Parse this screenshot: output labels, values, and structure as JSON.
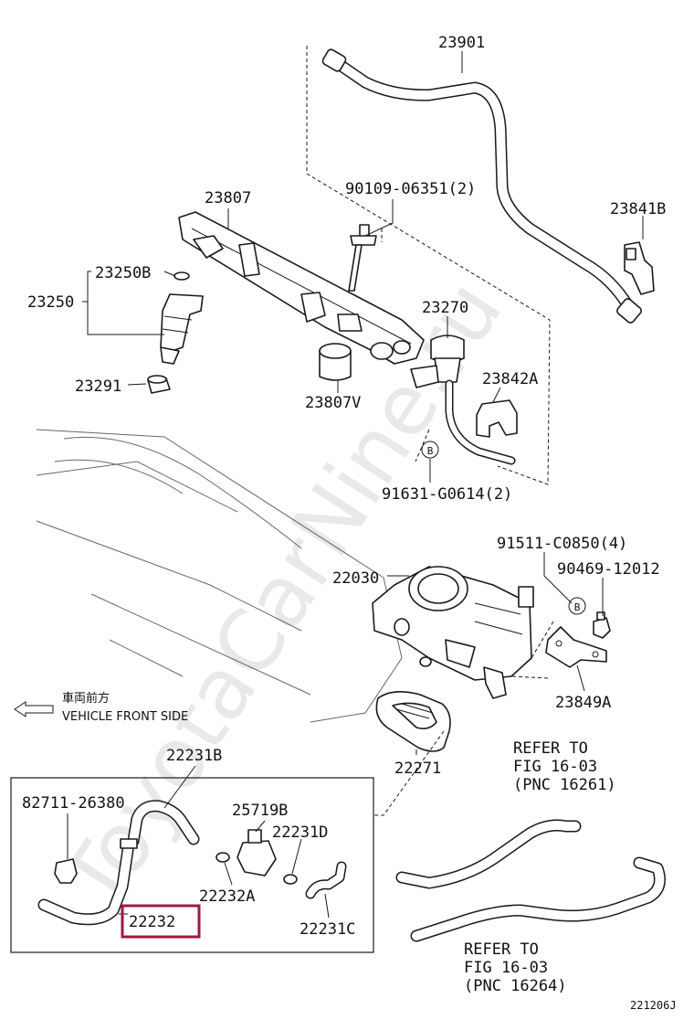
{
  "watermark": "ToyotaCarNine.ru",
  "direction": {
    "jp": "車両前方",
    "en": "VEHICLE FRONT SIDE"
  },
  "parts": {
    "p23901": "23901",
    "p23841B": "23841B",
    "p90109": "90109-06351(2)",
    "p23807": "23807",
    "p23250B": "23250B",
    "p23250": "23250",
    "p23291": "23291",
    "p23270": "23270",
    "p23842A": "23842A",
    "p23807V": "23807V",
    "p91631": "91631-G0614(2)",
    "p91511": "91511-C0850(4)",
    "p90469": "90469-12012",
    "p22030": "22030",
    "p23849A": "23849A",
    "p22271": "22271",
    "p22231B": "22231B",
    "p82711": "82711-26380",
    "p25719B": "25719B",
    "p22231D": "22231D",
    "p22232A": "22232A",
    "p22232": "22232",
    "p22231C": "22231C"
  },
  "callout_b1": "B",
  "callout_b2": "B",
  "refer1": {
    "l1": "REFER TO",
    "l2": "FIG 16-03",
    "l3": "(PNC 16261)"
  },
  "refer2": {
    "l1": "REFER TO",
    "l2": "FIG 16-03",
    "l3": "(PNC 16264)"
  },
  "figure_code": "221206J",
  "colors": {
    "highlight": "#9b1b3b",
    "line": "#1a1a1a"
  }
}
